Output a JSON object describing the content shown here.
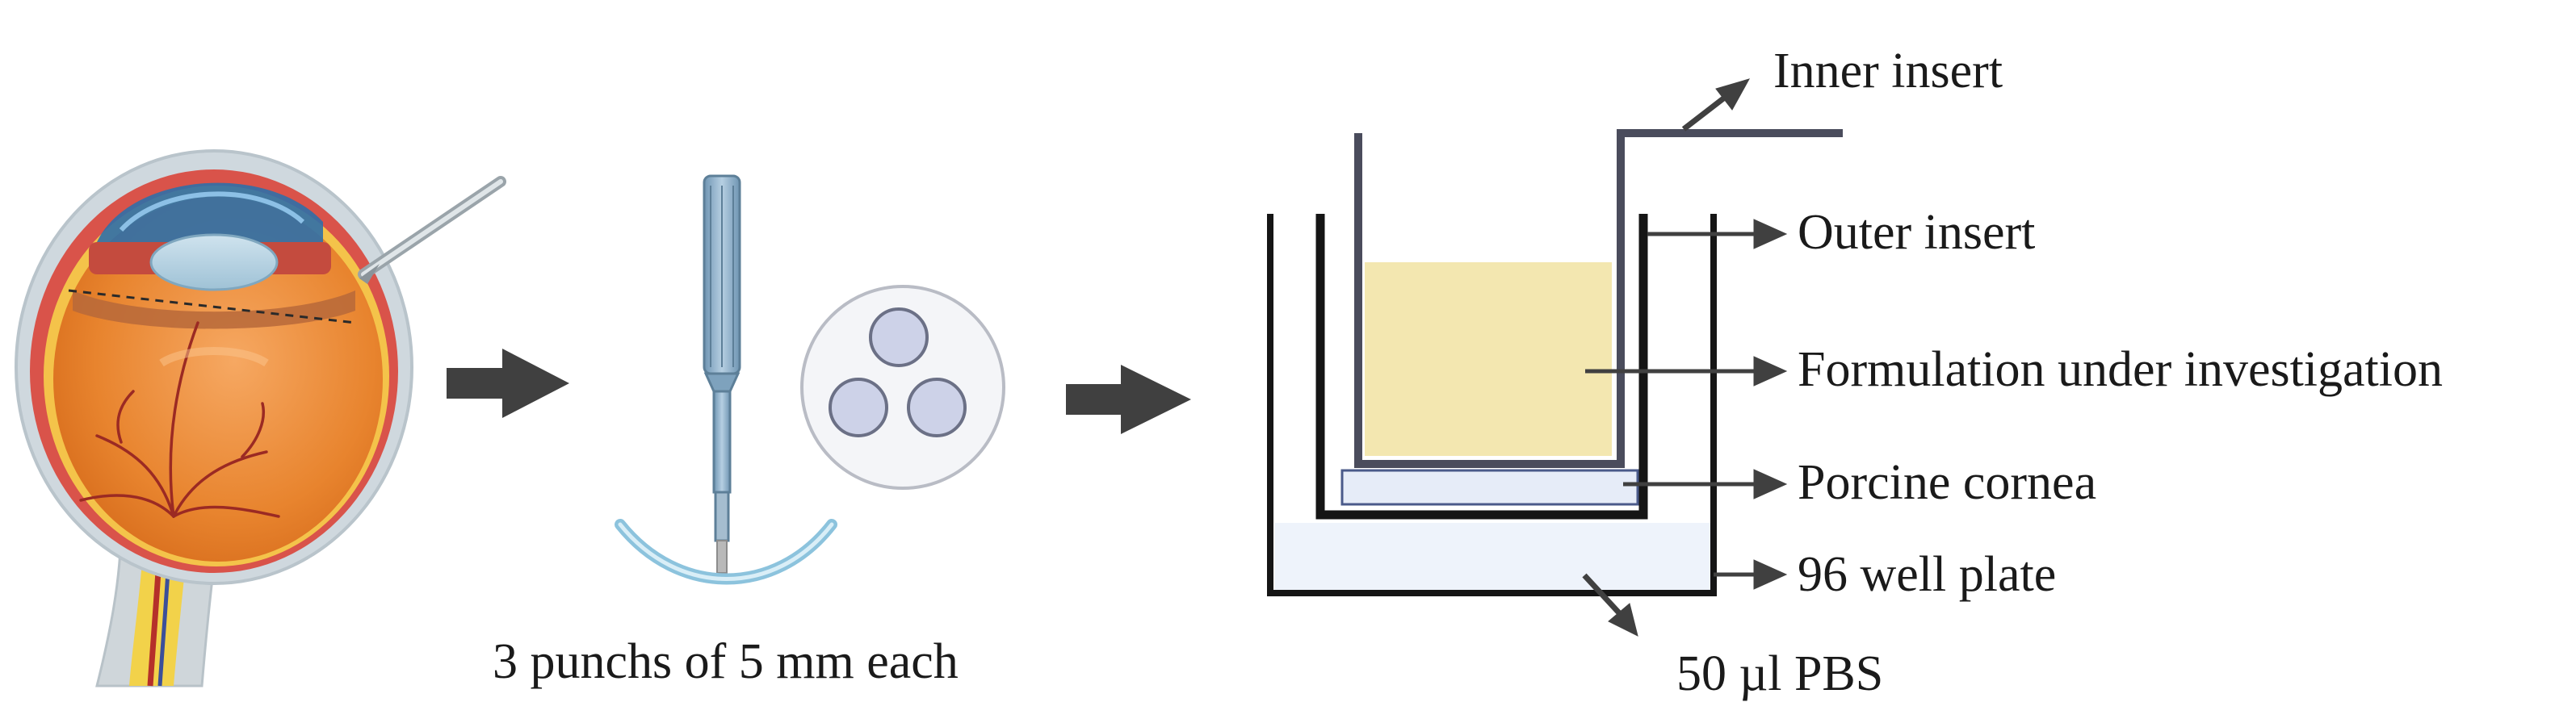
{
  "caption_punch": "3 punchs of 5 mm each",
  "labels": {
    "inner_insert": "Inner insert",
    "outer_insert": "Outer insert",
    "formulation": "Formulation under investigation",
    "cornea": "Porcine cornea",
    "well_plate": "96 well plate",
    "pbs": "50 µl PBS"
  },
  "colors": {
    "eye_orange": "#e8842e",
    "arrow_gray": "#404040",
    "formulation_fill": "#f3e7b0",
    "pbs_fill": "#eef3fb",
    "cornea_fill": "#e6ecf8",
    "inner_insert_stroke": "#4a4c5c",
    "tool_blue": "#8fb0c8",
    "punch_circle_fill": "#cdd2e8"
  },
  "icons": [
    "eye-illustration",
    "scalpel-icon",
    "trephine-punch-icon",
    "cornea-punch-disc-icon"
  ]
}
